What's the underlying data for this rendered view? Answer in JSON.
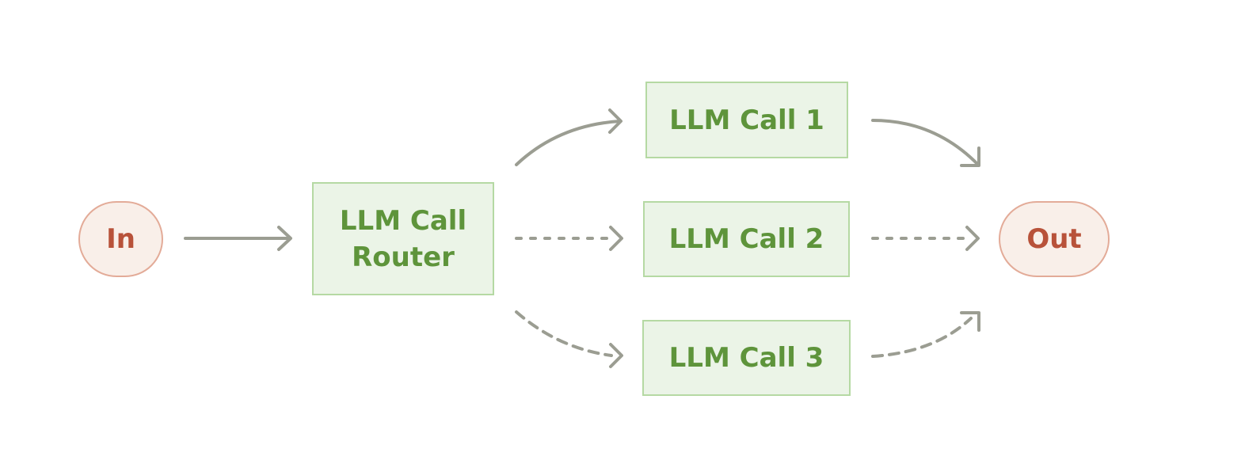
{
  "colors": {
    "terminal_fill": "#f9efe9",
    "terminal_border": "#e3ab98",
    "terminal_text": "#b8523a",
    "box_fill": "#ebf4e7",
    "box_border": "#b5d9a3",
    "box_text": "#5e943b",
    "arrow": "#9b9d92"
  },
  "nodes": {
    "input": {
      "label": "In"
    },
    "router": {
      "line1": "LLM Call",
      "line2": "Router"
    },
    "call1": {
      "label": "LLM Call 1"
    },
    "call2": {
      "label": "LLM Call 2"
    },
    "call3": {
      "label": "LLM Call 3"
    },
    "output": {
      "label": "Out"
    }
  },
  "edges": [
    {
      "from": "In",
      "to": "LLM Call Router",
      "style": "solid"
    },
    {
      "from": "LLM Call Router",
      "to": "LLM Call 1",
      "style": "solid"
    },
    {
      "from": "LLM Call Router",
      "to": "LLM Call 2",
      "style": "dotted"
    },
    {
      "from": "LLM Call Router",
      "to": "LLM Call 3",
      "style": "dashed"
    },
    {
      "from": "LLM Call 1",
      "to": "Out",
      "style": "solid"
    },
    {
      "from": "LLM Call 2",
      "to": "Out",
      "style": "dotted"
    },
    {
      "from": "LLM Call 3",
      "to": "Out",
      "style": "dashed"
    }
  ]
}
